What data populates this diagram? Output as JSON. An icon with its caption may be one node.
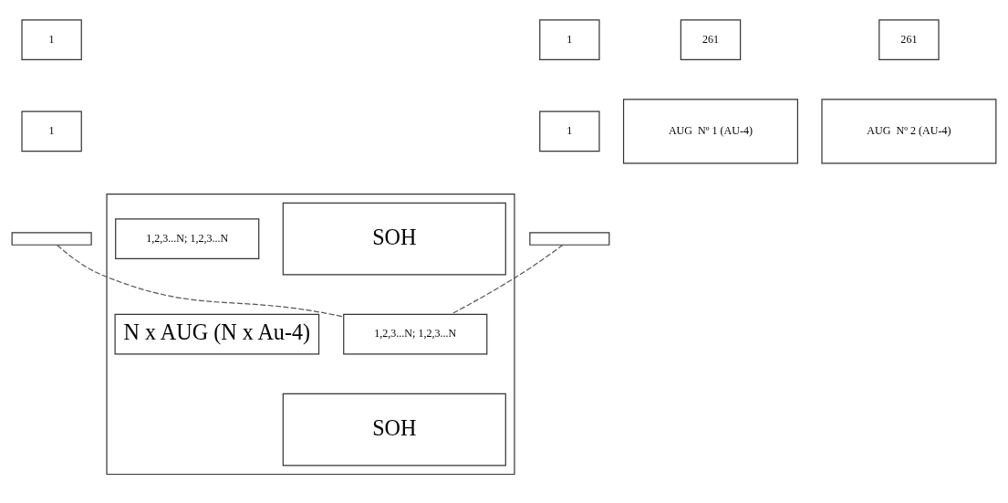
{
  "diagram": {
    "nodes": [
      {
        "text": [
          "1"
        ]
      },
      {
        "text": [
          "261"
        ]
      },
      {
        "text": [
          "1"
        ]
      },
      {
        "text": [],
        "shape": "box"
      },
      {
        "text": [
          "AUG  Nº 1 (AU-4)"
        ]
      },
      {
        "text": [
          "1"
        ]
      },
      {
        "text": [
          "261"
        ]
      },
      {
        "text": [
          "1"
        ]
      },
      {
        "text": [],
        "shape": "box"
      },
      {
        "text": [
          "AUG  Nº 2 (AU-4)"
        ]
      },
      {
        "text": [],
        "shape": "box"
      },
      {
        "text": [
          "SOH"
        ],
        "in": 10
      },
      {
        "text": [
          "1,2,3...N; 1,2,3...N"
        ],
        "in": 10
      },
      {
        "text": [
          "SOH"
        ],
        "in": 10
      },
      {
        "text": [
          "1,2,3...N; 1,2,3...N"
        ],
        "in": 10
      },
      {
        "text": [
          "N x AUG (N x Au-4)"
        ],
        "in": 10
      }
    ],
    "edges": [
      {
        "from": 3,
        "to": 12,
        "arrow": "none",
        "style": "dashed"
      },
      {
        "from": 8,
        "to": 12,
        "arrow": "none",
        "style": "dashed"
      }
    ]
  }
}
